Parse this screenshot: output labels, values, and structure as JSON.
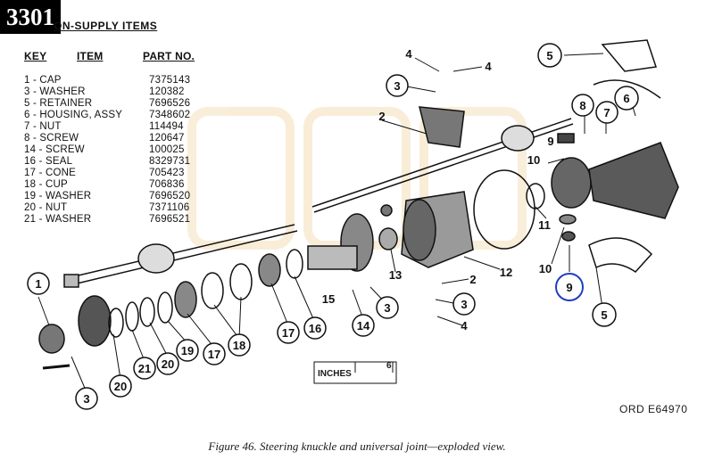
{
  "badge": "3301",
  "parts_table": {
    "title": "ON-SUPPLY ITEMS",
    "headers": {
      "key": "KEY",
      "item": "ITEM",
      "part": "PART NO."
    },
    "rows": [
      {
        "item": "1 - CAP",
        "part": "7375143"
      },
      {
        "item": "3 - WASHER",
        "part": "120382"
      },
      {
        "item": "5 - RETAINER",
        "part": "7696526"
      },
      {
        "item": "6 - HOUSING, ASSY",
        "part": "7348602"
      },
      {
        "item": "7 - NUT",
        "part": "114494"
      },
      {
        "item": "8 - SCREW",
        "part": "120647"
      },
      {
        "item": "14 - SCREW",
        "part": "100025"
      },
      {
        "item": "16 - SEAL",
        "part": "8329731"
      },
      {
        "item": "17 - CONE",
        "part": "705423"
      },
      {
        "item": "18 - CUP",
        "part": "706836"
      },
      {
        "item": "19 - WASHER",
        "part": "7696520"
      },
      {
        "item": "20 - NUT",
        "part": "7371106"
      },
      {
        "item": "21 - WASHER",
        "part": "7696521"
      }
    ]
  },
  "callouts": [
    "1",
    "3",
    "20",
    "21",
    "20",
    "19",
    "17",
    "18",
    "17",
    "16",
    "15",
    "14",
    "3",
    "13",
    "2",
    "3",
    "4",
    "12",
    "2",
    "4",
    "3",
    "11",
    "10",
    "9",
    "10",
    "9",
    "8",
    "7",
    "6",
    "5",
    "5",
    "4"
  ],
  "highlight_color": "#1f3fbf",
  "ruler": {
    "label": "INCHES",
    "max": "6"
  },
  "ord": "ORD E64970",
  "caption": "Figure 46.   Steering knuckle and universal joint—exploded view."
}
